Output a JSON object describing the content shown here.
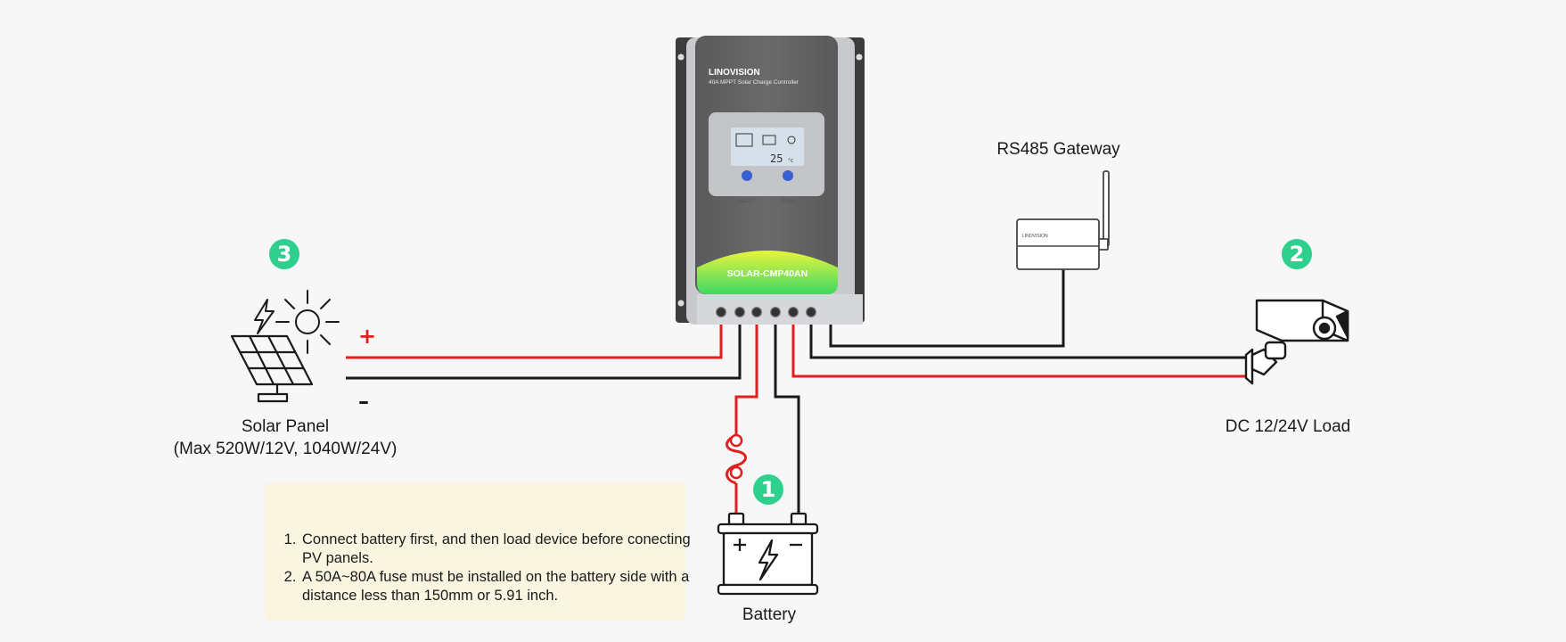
{
  "controller": {
    "brand": "LINOVISION",
    "subtitle": "40A MPPT Solar Charge Controller",
    "model": "SOLAR-CMP40AN",
    "lcd_temp": "25",
    "lcd_unit": "°c",
    "btn_select": "SELECT",
    "btn_enter": "ENTER"
  },
  "gateway": {
    "label": "RS485 Gateway",
    "brand": "LINOVISION"
  },
  "solar": {
    "label": "Solar Panel",
    "spec": "(Max 520W/12V, 1040W/24V)",
    "plus": "+",
    "minus": "–",
    "step": "3"
  },
  "load": {
    "label": "DC 12/24V Load",
    "step": "2"
  },
  "battery": {
    "label": "Battery",
    "step": "1"
  },
  "tips": {
    "items": [
      "Connect battery first, and then load device before conecting PV panels.",
      "A 50A~80A fuse must be installed on the battery side with a distance less than 150mm or 5.91 inch."
    ]
  },
  "colors": {
    "positive": "#e02020",
    "negative": "#1a1a1a",
    "badge": "#2fcf8d",
    "tip_bg": "#faf5e0"
  }
}
